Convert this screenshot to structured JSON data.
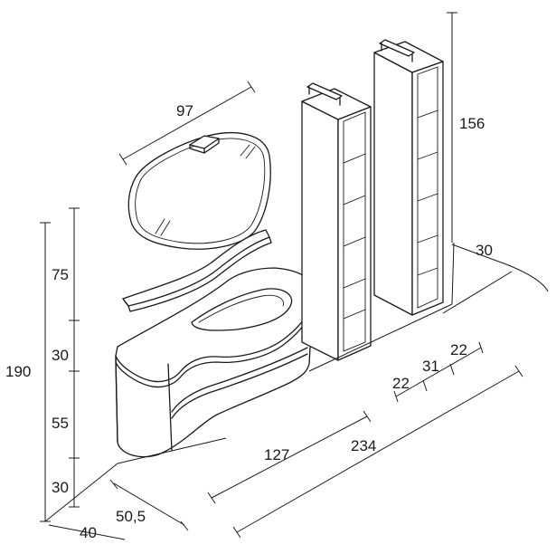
{
  "dimensions": {
    "mirror_width": "97",
    "column_height": "156",
    "column_depth": "30",
    "column_width_a": "22",
    "column_gap": "31",
    "column_width_b": "22",
    "total_width": "234",
    "vanity_width": "127",
    "vanity_depth": "50,5",
    "base_depth": "40",
    "total_height": "190",
    "mirror_height": "75",
    "gap_mirror_vanity": "30",
    "vanity_height": "55",
    "floor_clearance": "30"
  }
}
